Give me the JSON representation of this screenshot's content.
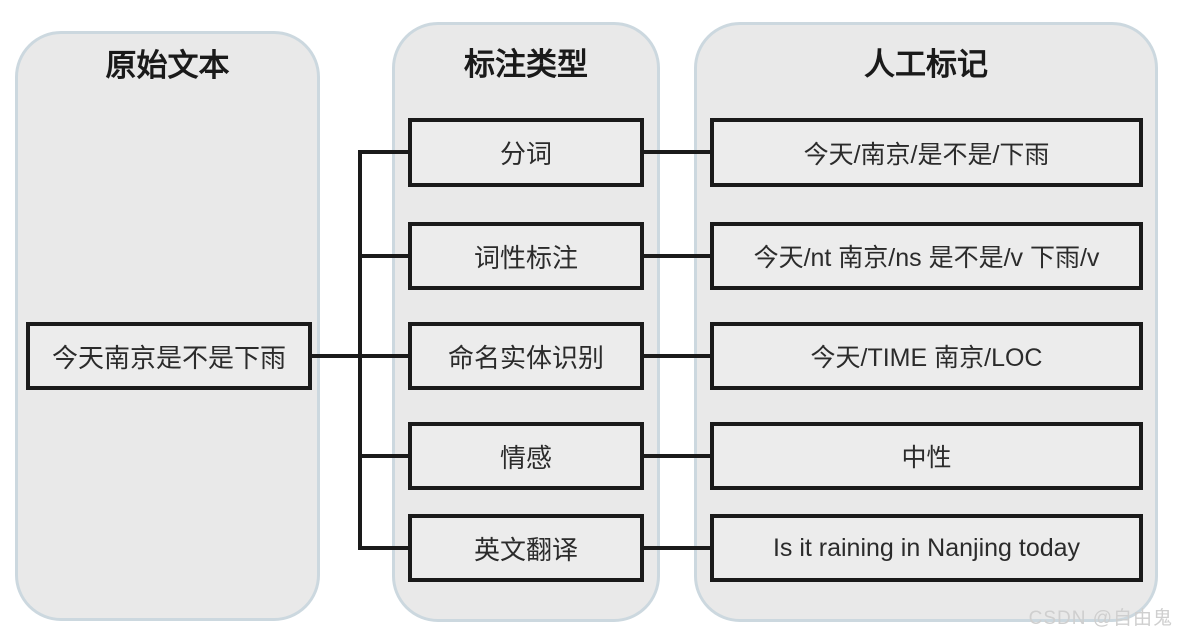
{
  "diagram": {
    "columns": [
      {
        "title": "原始文本"
      },
      {
        "title": "标注类型"
      },
      {
        "title": "人工标记"
      }
    ],
    "source_text": "今天南京是不是下雨",
    "rows": [
      {
        "type": "分词",
        "result": "今天/南京/是不是/下雨"
      },
      {
        "type": "词性标注",
        "result": "今天/nt 南京/ns 是不是/v 下雨/v"
      },
      {
        "type": "命名实体识别",
        "result": "今天/TIME 南京/LOC"
      },
      {
        "type": "情感",
        "result": "中性"
      },
      {
        "type": "英文翻译",
        "result": "Is it raining in Nanjing today"
      }
    ]
  },
  "watermark": "CSDN @自由鬼",
  "colors": {
    "panel_fill": "#e9e9e9",
    "panel_border": "#ccd8df",
    "box_fill": "#ececec",
    "box_border": "#1a1a1a",
    "connector": "#1a1a1a",
    "text": "#2b2b2b",
    "watermark": "#cfcfcf"
  }
}
